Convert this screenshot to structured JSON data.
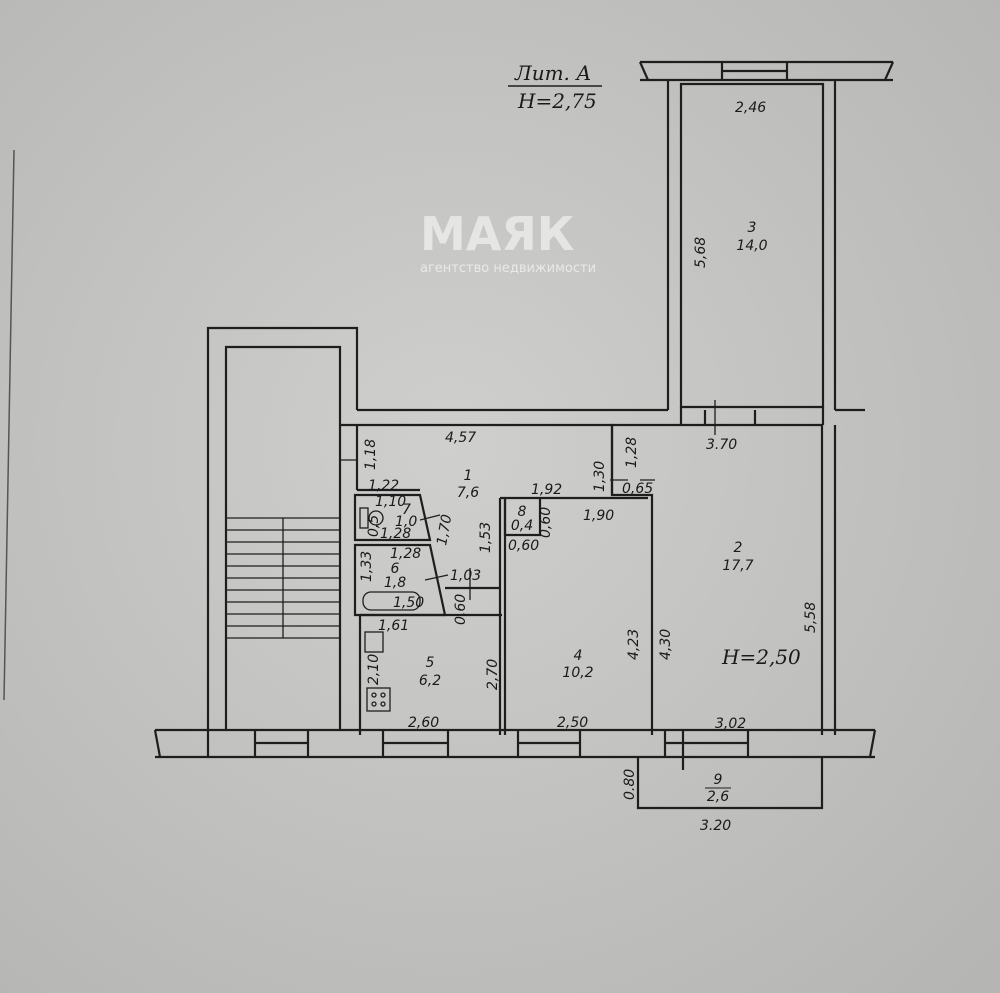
{
  "header": {
    "lit": "Лит. А",
    "height": "H=2,75"
  },
  "watermark": {
    "brand": "МАЯК",
    "subtitle": "агентство недвижимости"
  },
  "rooms": [
    {
      "num": "1",
      "area": "7,6"
    },
    {
      "num": "2",
      "area": "17,7"
    },
    {
      "num": "3",
      "area": "14,0"
    },
    {
      "num": "4",
      "area": "10,2"
    },
    {
      "num": "5",
      "area": "6,2"
    },
    {
      "num": "6",
      "area": "1,8"
    },
    {
      "num": "7",
      "area": "1,0"
    },
    {
      "num": "8",
      "area": "0,4"
    },
    {
      "num": "9",
      "area": "2,6"
    }
  ],
  "room2_height": "H=2,50",
  "dims": {
    "r3_w": "2,46",
    "r3_h": "5,68",
    "r2_top": "3.70",
    "r2_h": "5,58",
    "r2_w": "3,02",
    "r2_inner": "4,30",
    "r2_a": "1,28",
    "r2_b": "0,65",
    "r1_w": "4,57",
    "r1_h": "1,18",
    "r1_a": "1,22",
    "r1_b": "1,92",
    "r1_c": "1,30",
    "r1_d": "1,90",
    "r1_e": "1,70",
    "r1_f": "1,53",
    "r1_g": "1,03",
    "r7_w": "1,10",
    "r7_b": "1,28",
    "r7_c": "0,5",
    "r6_w": "1,28",
    "r6_h": "1,33",
    "bath": "1,50",
    "r6_gap": "0,60",
    "r8_h": "0,60",
    "r8_w": "0,60",
    "r5_top": "1,61",
    "r5_left": "2,10",
    "r5_h": "2,70",
    "r5_w": "2,60",
    "r4_h": "4,23",
    "r4_w": "2,50",
    "r9_h": "0.80",
    "r9_w": "3.20"
  }
}
